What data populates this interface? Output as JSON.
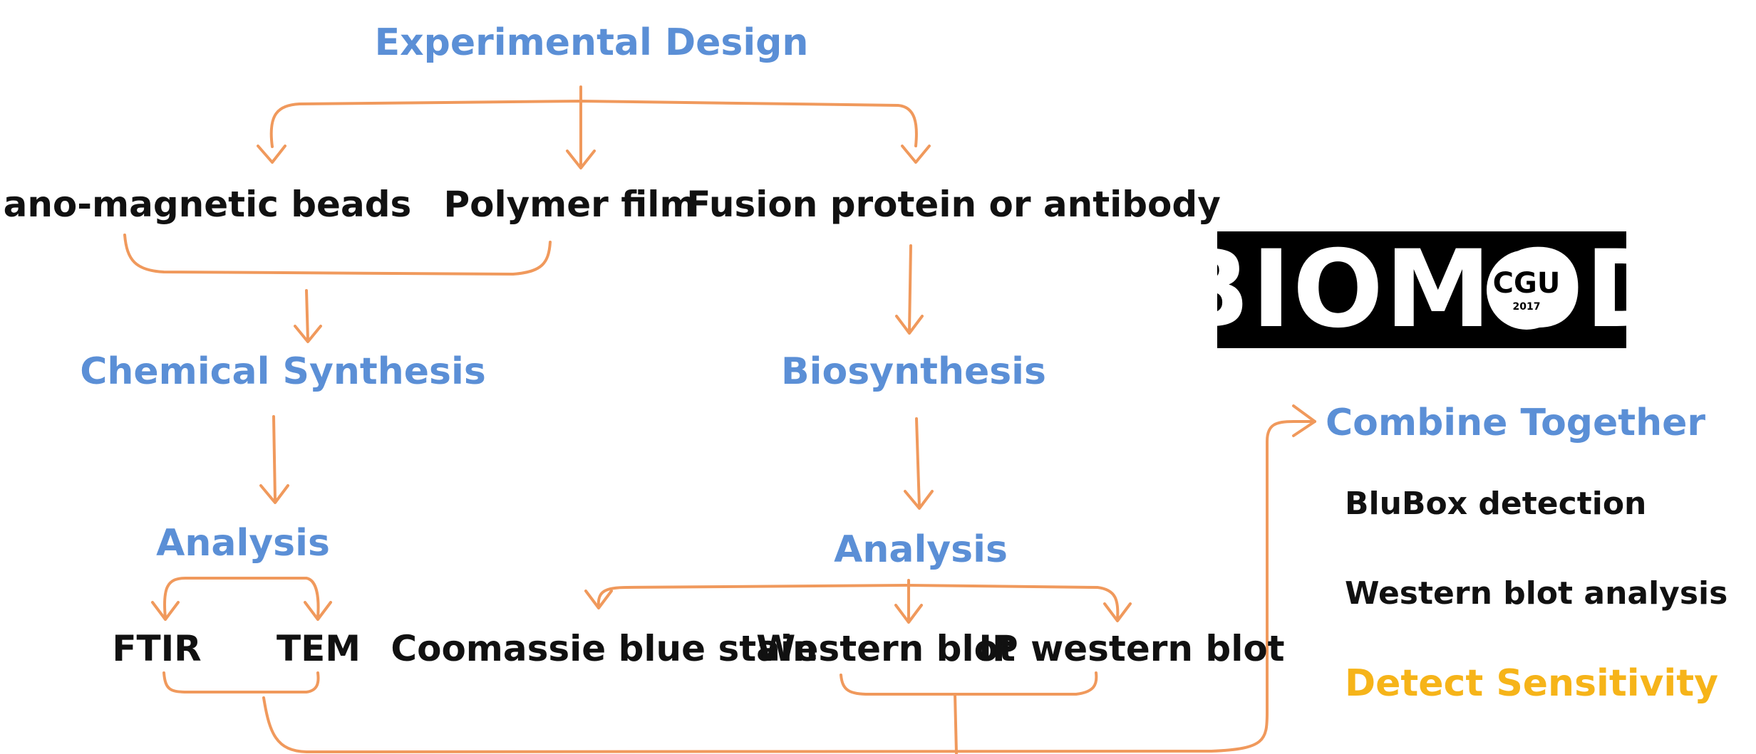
{
  "title": "Experimental  Design",
  "materials": {
    "beads": "Nano-magnetic beads",
    "film": "Polymer film",
    "protein": "Fusion protein or antibody"
  },
  "stages": {
    "chemical": "Chemical Synthesis",
    "bio": "Biosynthesis",
    "analysis_left": "Analysis",
    "analysis_right": "Analysis"
  },
  "methods": {
    "ftir": "FTIR",
    "tem": "TEM",
    "coomassie": "Coomassie blue stain",
    "western": "Western blot",
    "ip_western": "IP western blot"
  },
  "combine": {
    "title": "Combine Together",
    "items": [
      "BluBox detection",
      "Western blot analysis"
    ],
    "highlight": "Detect Sensitivity"
  },
  "logo": {
    "text": "BIOMOD",
    "emblem": "CGU",
    "year": "2017"
  },
  "colors": {
    "heading_blue": "#5b8fd6",
    "arrow_orange": "#f0995c",
    "highlight_gold": "#f6b419",
    "text_black": "#111111"
  }
}
